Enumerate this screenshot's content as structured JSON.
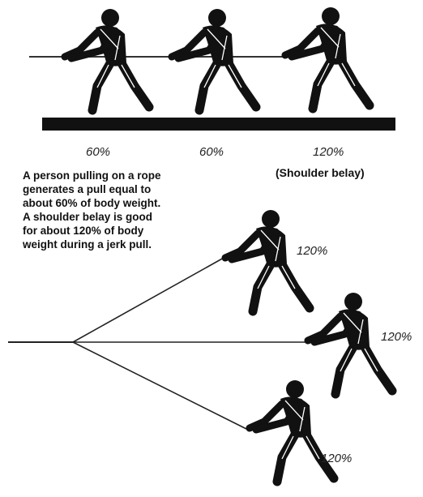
{
  "top_row": {
    "labels": [
      "60%",
      "60%",
      "120%"
    ],
    "shoulder_note": "(Shoulder belay)"
  },
  "caption_lines": [
    "A person pulling on a rope",
    "generates a pull equal to",
    "about 60% of body weight.",
    "A shoulder belay is good",
    "for about 120% of body",
    "weight during a jerk pull."
  ],
  "anchor_group": {
    "labels": [
      "120%",
      "120%",
      "120%"
    ]
  },
  "colors": {
    "ink": "#111111",
    "background": "#ffffff"
  }
}
